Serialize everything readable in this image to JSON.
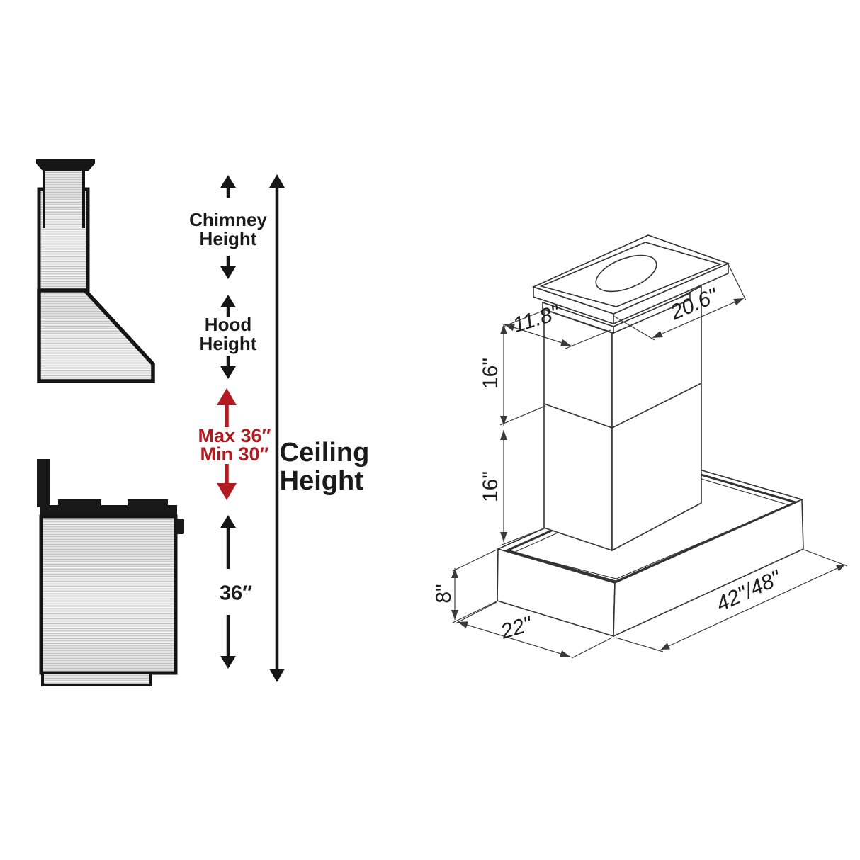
{
  "colors": {
    "accent_red": "#b11b21",
    "ink": "#1a1a1a",
    "steel_light": "#ececec",
    "steel_dark": "#c4c4c4",
    "line": "#333333"
  },
  "left": {
    "chimney_height": [
      "Chimney",
      "Height"
    ],
    "hood_height": [
      "Hood",
      "Height"
    ],
    "max": "Max 36″",
    "min": "Min 30″",
    "range_clearance": "36″",
    "ceiling_height": [
      "Ceiling",
      "Height"
    ]
  },
  "right": {
    "plate_depth": "11.8\"",
    "plate_width": "20.6\"",
    "chimney_upper": "16\"",
    "chimney_lower": "16\"",
    "hood_body_height": "8\"",
    "hood_depth": "22\"",
    "hood_width": "42\"/48\""
  }
}
